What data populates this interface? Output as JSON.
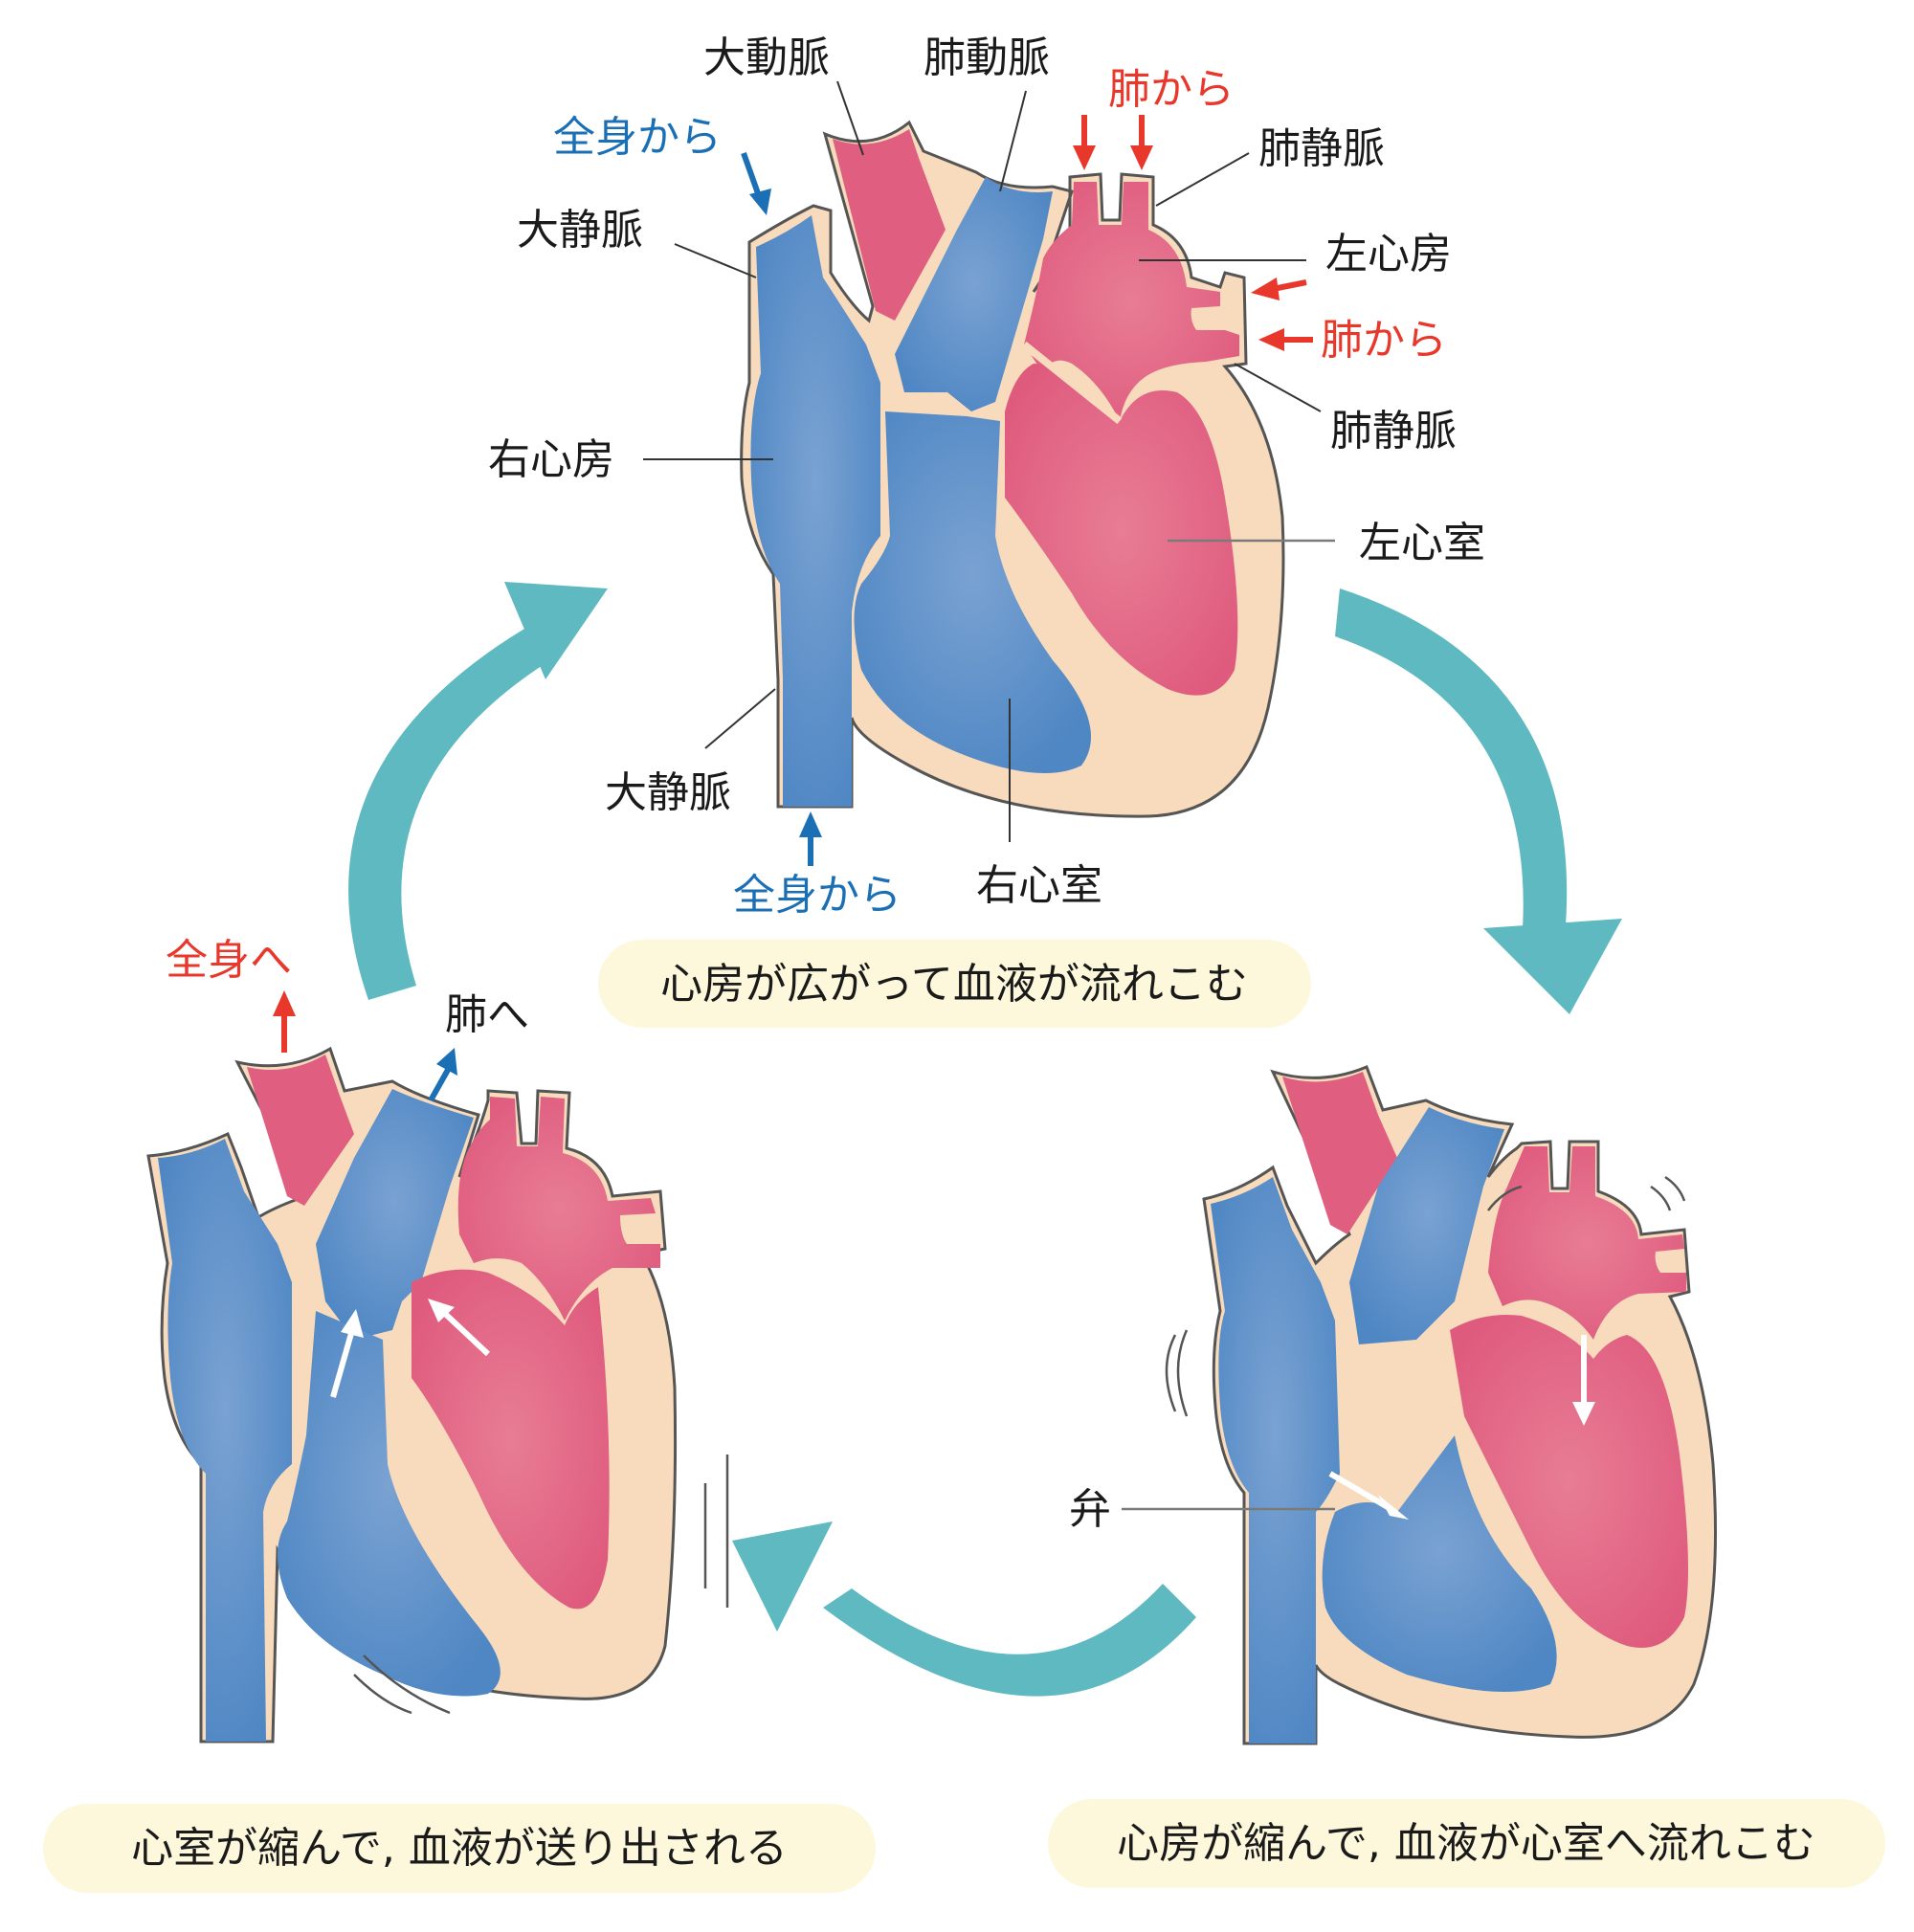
{
  "figure": {
    "colors": {
      "oxygenated": "#e05f80",
      "deoxygenated": "#4f87c4",
      "tissue": "#f7dbbc",
      "cycle_arrow": "#5fb9c1",
      "caption_bg": "#fdf8dc",
      "red_text": "#e8382c",
      "blue_text": "#1a6fb5"
    },
    "top": {
      "labels": {
        "aorta": "大動脈",
        "pulmonary_artery": "肺動脈",
        "from_lungs_top": "肺から",
        "from_body_top": "全身から",
        "pulmonary_vein_top": "肺静脈",
        "vena_cava_top": "大静脈",
        "left_atrium": "左心房",
        "from_lungs_side": "肺から",
        "pulmonary_vein_bottom": "肺静脈",
        "right_atrium": "右心房",
        "left_ventricle": "左心室",
        "vena_cava_bottom": "大静脈",
        "from_body_bottom": "全身から",
        "right_ventricle": "右心室"
      },
      "caption": "心房が広がって血液が流れこむ"
    },
    "bottom_left": {
      "labels": {
        "to_body": "全身へ",
        "to_lungs": "肺へ"
      },
      "caption": "心室が縮んで, 血液が送り出される"
    },
    "bottom_right": {
      "labels": {
        "valve": "弁"
      },
      "caption": "心房が縮んで, 血液が心室へ流れこむ"
    },
    "icons": {
      "cycle": "curved-arrow",
      "flow": "straight-arrow"
    }
  }
}
